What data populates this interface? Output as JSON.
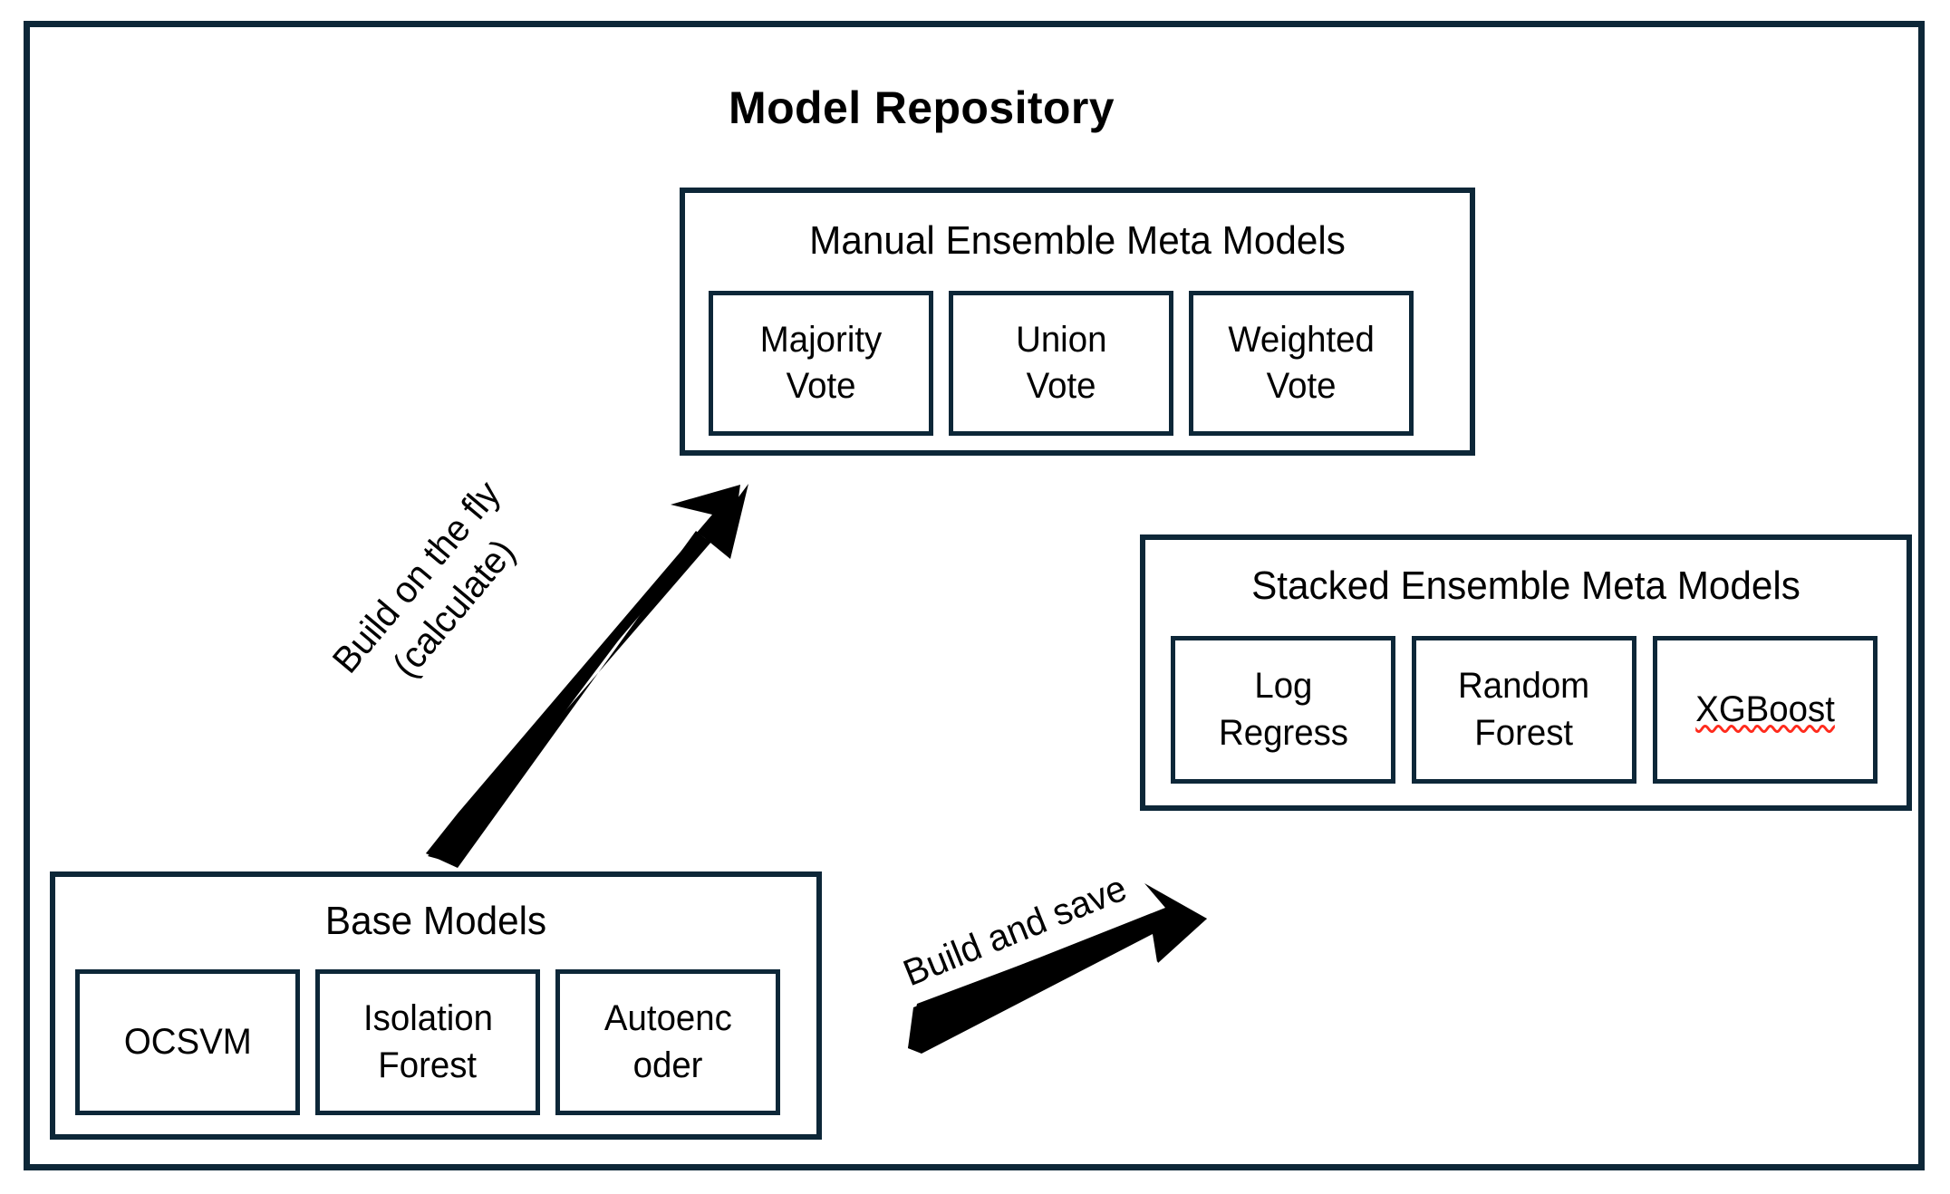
{
  "diagram": {
    "title": "Model Repository",
    "frame_color": "#0d2738",
    "arrow_color": "#000000",
    "spellcheck_underline_color": "#ff2b1d",
    "groups": [
      {
        "id": "manual",
        "title": "Manual Ensemble Meta Models",
        "items": [
          {
            "line1": "Majority",
            "line2": "Vote"
          },
          {
            "line1": "Union",
            "line2": "Vote"
          },
          {
            "line1": "Weighted",
            "line2": "Vote"
          }
        ]
      },
      {
        "id": "stacked",
        "title": "Stacked Ensemble Meta Models",
        "items": [
          {
            "line1": "Log",
            "line2": "Regress"
          },
          {
            "line1": "Random",
            "line2": "Forest"
          },
          {
            "line1": "XGBoost",
            "line2": ""
          }
        ]
      },
      {
        "id": "base",
        "title": "Base Models",
        "items": [
          {
            "line1": "OCSVM",
            "line2": ""
          },
          {
            "line1": "Isolation",
            "line2": "Forest"
          },
          {
            "line1": "Autoenc",
            "line2": "oder"
          }
        ]
      }
    ],
    "arrows": [
      {
        "id": "build-on-the-fly",
        "label_line1": "Build on the fly",
        "label_line2": "(calculate)"
      },
      {
        "id": "build-and-save",
        "label_line1": "Build and save",
        "label_line2": ""
      }
    ]
  }
}
